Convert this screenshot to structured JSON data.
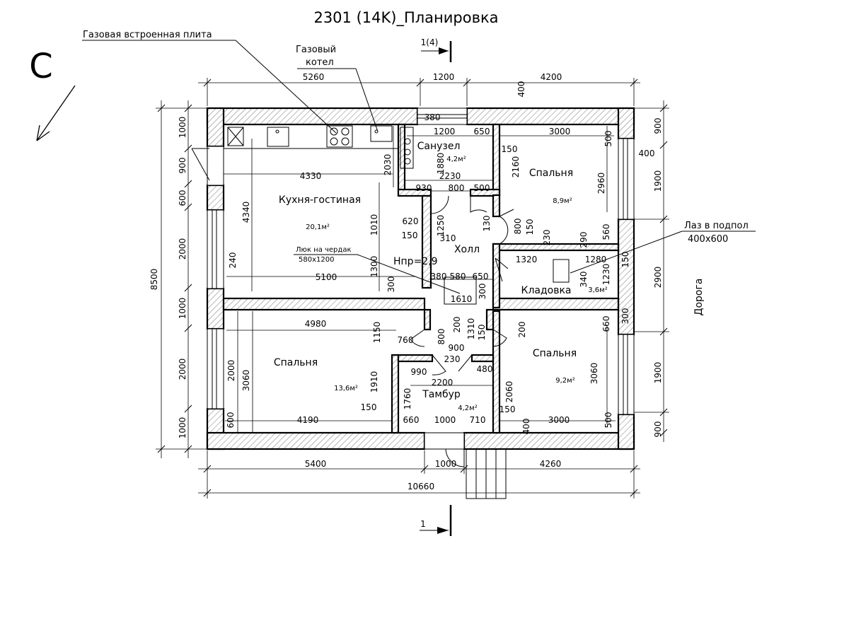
{
  "title": "2301 (14K)_Планировка",
  "north_letter": "С",
  "road_label": "Дорога",
  "section": {
    "top_label": "1(4)",
    "bottom_label": "1"
  },
  "callouts": {
    "stove": "Газовая встроенная плита",
    "boiler_line1": "Газовый",
    "boiler_line2": "котел",
    "hatch_line1": "Лаз в подпол",
    "hatch_line2": "400x600",
    "attic_line1": "Люк на чердак",
    "attic_line2": "580x1200",
    "ceiling_height": "Нпр=2,9"
  },
  "rooms": {
    "kitchen": {
      "name": "Кухня-гостиная",
      "area": "20,1м²"
    },
    "bath": {
      "name": "Санузел",
      "area": "4,2м²"
    },
    "bedroom_ne": {
      "name": "Спальня",
      "area": "8,9м²"
    },
    "bedroom_sw": {
      "name": "Спальня",
      "area": "13,6м²"
    },
    "bedroom_se": {
      "name": "Спальня",
      "area": "9,2м²"
    },
    "hall": {
      "name": "Холл"
    },
    "storage": {
      "name": "Кладовка",
      "area": "3,6м²"
    },
    "vestibule": {
      "name": "Тамбур",
      "area": "4,2м²"
    }
  },
  "dims": {
    "top": [
      "5260",
      "1200",
      "4200",
      "400"
    ],
    "bottom": [
      "5400",
      "1000",
      "4260",
      "10660"
    ],
    "left_outer": "8500",
    "left_chain": [
      "1000",
      "900",
      "600",
      "2000",
      "1000",
      "2000",
      "1000"
    ],
    "right_chain": [
      "900",
      "1900",
      "2900",
      "1900",
      "900",
      "400"
    ],
    "interior": [
      "380",
      "1200",
      "650",
      "3000",
      "150",
      "2030",
      "1880",
      "2230",
      "2160",
      "2960",
      "500",
      "930",
      "800",
      "500",
      "4330",
      "4340",
      "1010",
      "620",
      "150",
      "1250",
      "310",
      "130",
      "800",
      "150",
      "230",
      "290",
      "560",
      "1320",
      "1280",
      "1230",
      "150",
      "240",
      "5100",
      "1300",
      "300",
      "380",
      "580",
      "650",
      "1610",
      "300",
      "340",
      "300",
      "660",
      "4980",
      "1150",
      "800",
      "200",
      "1310",
      "150",
      "200",
      "760",
      "900",
      "230",
      "3060",
      "2000",
      "3060",
      "990",
      "2200",
      "480",
      "1910",
      "1760",
      "2060",
      "4190",
      "150",
      "660",
      "1000",
      "710",
      "3000",
      "500",
      "600",
      "400",
      "150",
      "1900"
    ]
  }
}
